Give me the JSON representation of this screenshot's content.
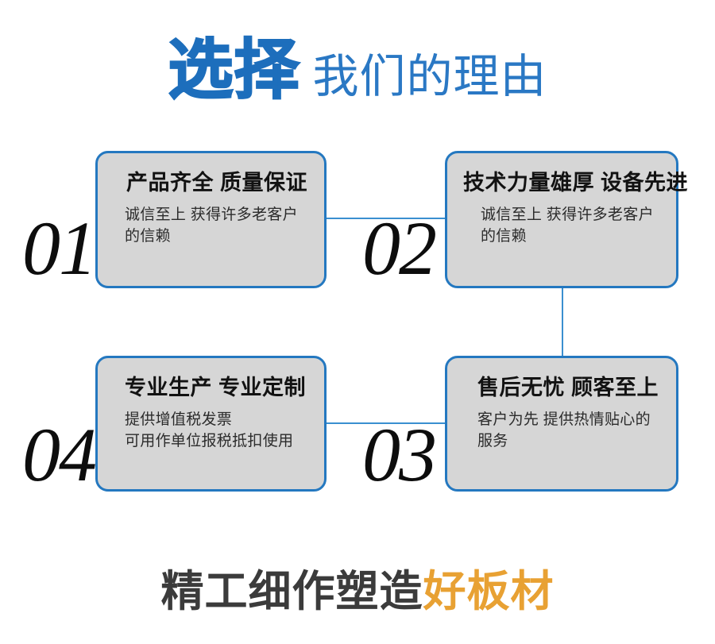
{
  "header": {
    "title_strong": "选择",
    "title_light": "我们的理由",
    "accent_color": "#1d6ebc"
  },
  "board": {
    "card_fill": "#d6d6d6",
    "card_border_color": "#2478c0",
    "connector_color": "#3a8fd0",
    "items": [
      {
        "number": "01",
        "title": "产品齐全 质量保证",
        "body": "诚信至上 获得许多老客户的信赖"
      },
      {
        "number": "02",
        "title": "技术力量雄厚 设备先进",
        "body": "诚信至上 获得许多老客户的信赖"
      },
      {
        "number": "03",
        "title": "售后无忧 顾客至上",
        "body": "客户为先 提供热情贴心的服务"
      },
      {
        "number": "04",
        "title": "专业生产 专业定制",
        "body": "提供增值税发票\n可用作单位报税抵扣使用"
      }
    ]
  },
  "footer": {
    "text_dark": "精工细作塑造",
    "text_accent": "好板材",
    "dark_color": "#3b3b3b",
    "accent_color": "#e8a133"
  }
}
